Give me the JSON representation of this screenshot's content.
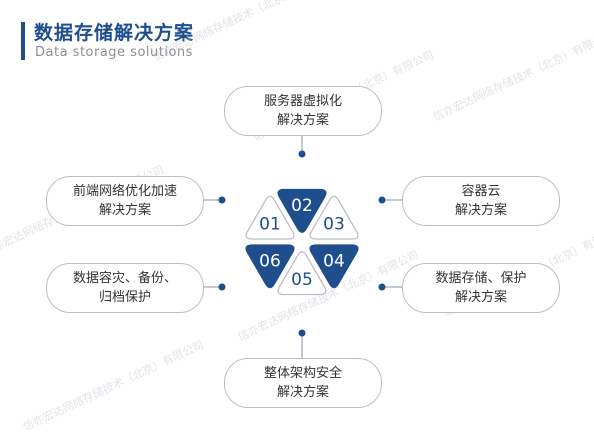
{
  "header": {
    "title": "数据存储解决方案",
    "subtitle": "Data storage solutions"
  },
  "watermark": "信亦宏达网络存储技术（北京）有限公司",
  "nodes": [
    {
      "num": "01",
      "line1": "前端网络优化加速",
      "line2": "解决方案",
      "filled": false
    },
    {
      "num": "02",
      "line1": "服务器虚拟化",
      "line2": "解决方案",
      "filled": true
    },
    {
      "num": "03",
      "line1": "容器云",
      "line2": "解决方案",
      "filled": false
    },
    {
      "num": "04",
      "line1": "数据存储、保护",
      "line2": "解决方案",
      "filled": true
    },
    {
      "num": "05",
      "line1": "整体架构安全",
      "line2": "解决方案",
      "filled": false
    },
    {
      "num": "06",
      "line1": "数据容灾、备份、",
      "line2": "归档保护",
      "filled": true
    }
  ],
  "colors": {
    "primary": "#1f4e8c",
    "line": "#b9bfc8",
    "dot": "#1f4e8c"
  }
}
